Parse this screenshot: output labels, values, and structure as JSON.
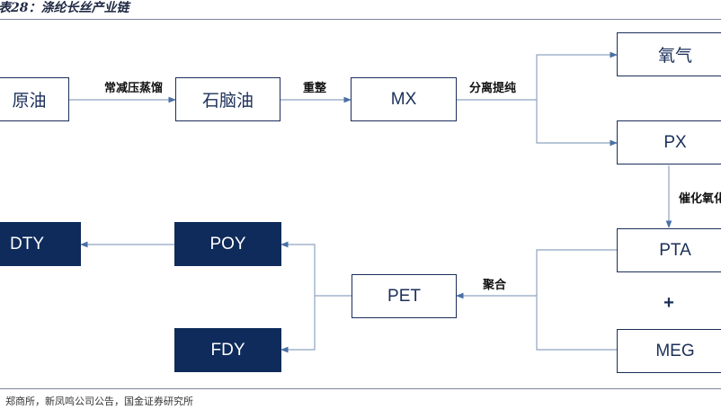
{
  "figure": {
    "title": "表28：涤纶长丝产业链",
    "source": "郑商所，新凤鸣公司公告，国金证券研究所"
  },
  "nodes": {
    "crude": "原油",
    "naphtha": "石脑油",
    "mx": "MX",
    "ox": "氧气",
    "px": "PX",
    "pta": "PTA",
    "plus": "+",
    "meg": "MEG",
    "pet": "PET",
    "poy": "POY",
    "fdy": "FDY",
    "dty": "DTY"
  },
  "edges": {
    "distill": "常减压蒸馏",
    "reform": "重整",
    "separate": "分离提纯",
    "catalytic": "催化氧化",
    "polymerize": "聚合"
  },
  "colors": {
    "navy": "#0f2b5b",
    "border": "#1b2f5a",
    "line": "#4a6fa5"
  }
}
